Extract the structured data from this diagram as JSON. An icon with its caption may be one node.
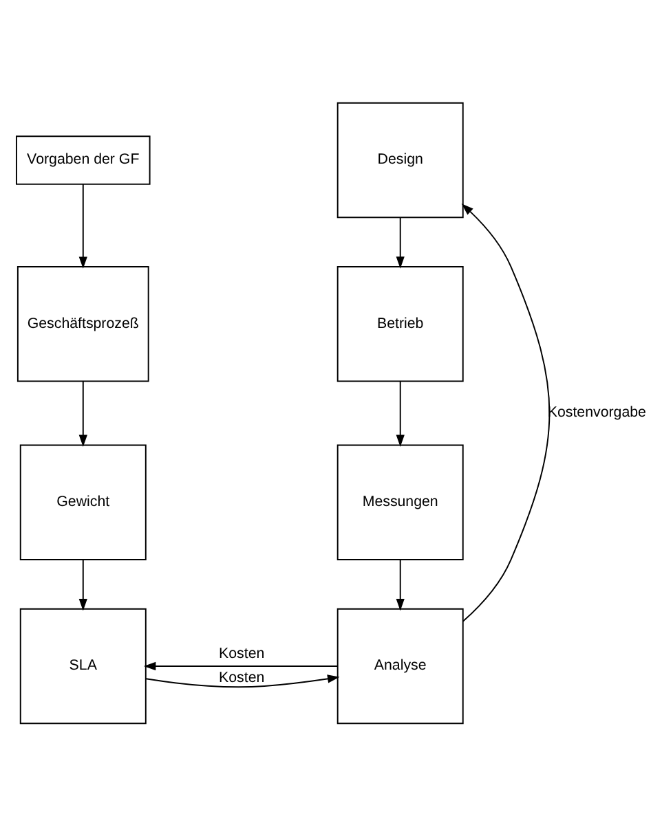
{
  "diagram": {
    "nodes": [
      {
        "text": [
          "Vorgaben der GF"
        ]
      },
      {
        "text": [
          "Geschäftsprozeß"
        ]
      },
      {
        "text": [
          "Gewicht"
        ]
      },
      {
        "text": [
          "SLA"
        ]
      },
      {
        "text": [
          "Design"
        ]
      },
      {
        "text": [
          "Betrieb"
        ]
      },
      {
        "text": [
          "Messungen"
        ]
      },
      {
        "text": [
          "Analyse"
        ]
      }
    ],
    "edges": [
      {
        "from": 0,
        "to": 1,
        "arrow": "to"
      },
      {
        "from": 1,
        "to": 2,
        "arrow": "to"
      },
      {
        "from": 2,
        "to": 3,
        "arrow": "to"
      },
      {
        "from": 4,
        "to": 5,
        "arrow": "to"
      },
      {
        "from": 5,
        "to": 6,
        "arrow": "to"
      },
      {
        "from": 6,
        "to": 7,
        "arrow": "to"
      },
      {
        "from": 7,
        "to": 3,
        "arrow": "to",
        "label": "Kosten"
      },
      {
        "from": 3,
        "to": 7,
        "arrow": "to",
        "label": "Kosten"
      },
      {
        "from": 7,
        "to": 4,
        "arrow": "to",
        "label": "Kostenvorgabe"
      }
    ]
  }
}
